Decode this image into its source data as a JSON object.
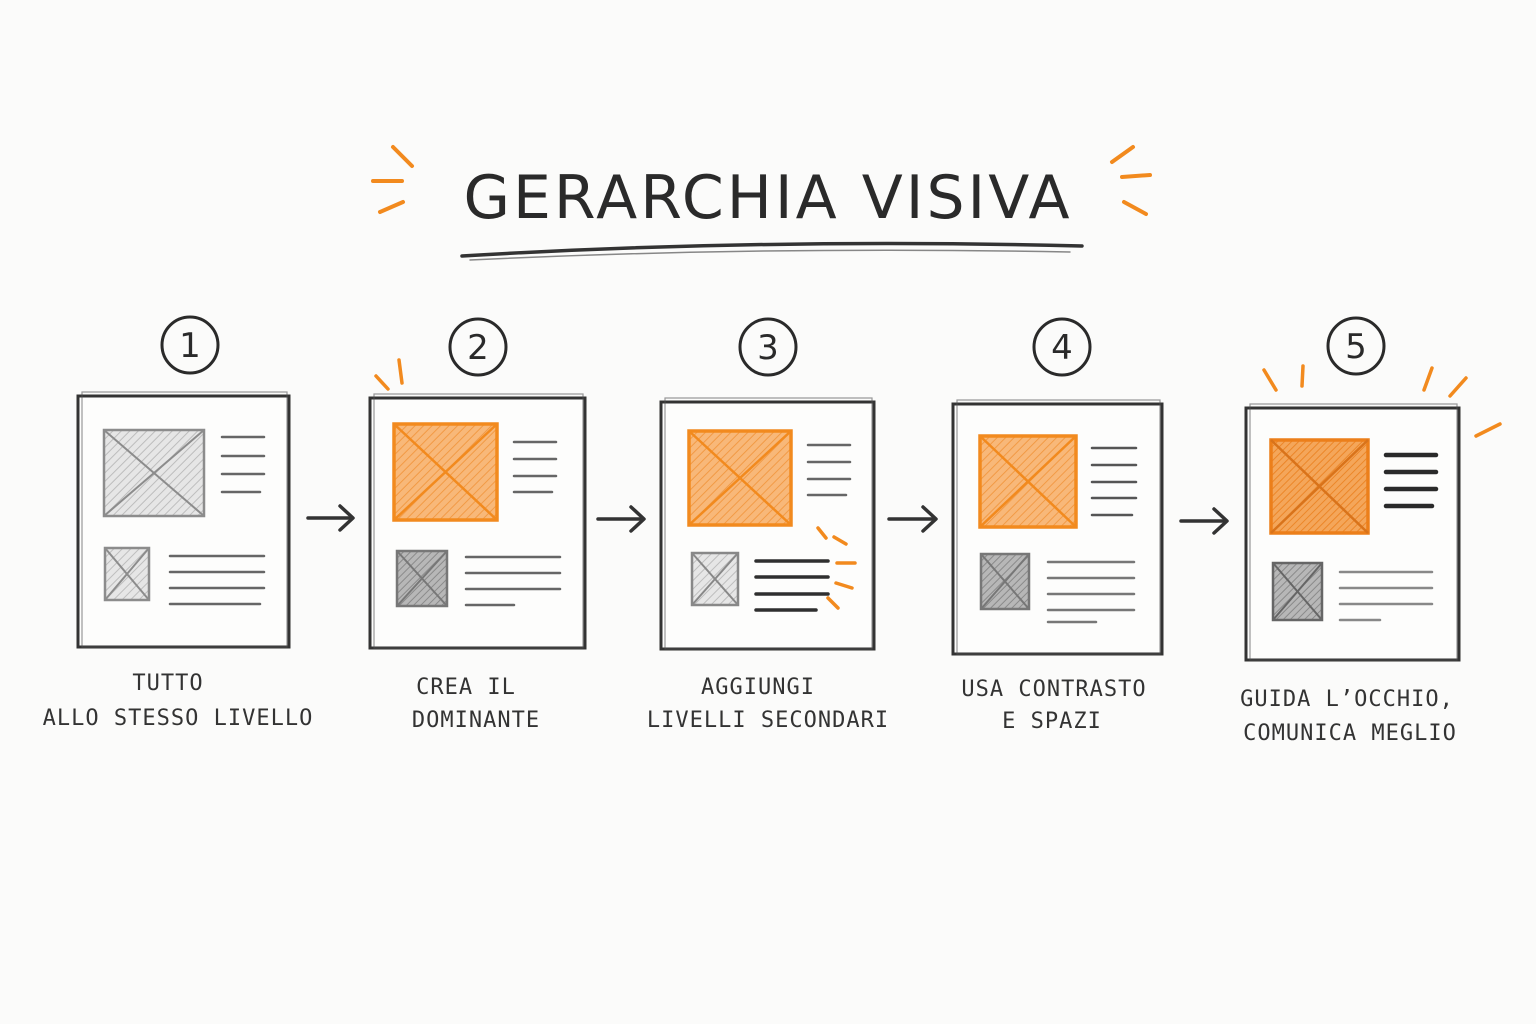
{
  "title": "GERARCHIA VISIVA",
  "colors": {
    "accent": "#f28a1e",
    "accent_fill": "#f6a85e",
    "ink": "#333333",
    "gray": "#9a9a9a",
    "dark_gray": "#6e6e6e"
  },
  "steps": [
    {
      "number": "1",
      "caption_lines": [
        "TUTTO",
        "ALLO STESSO LIVELLO"
      ]
    },
    {
      "number": "2",
      "caption_lines": [
        "CREA IL",
        "DOMINANTE"
      ]
    },
    {
      "number": "3",
      "caption_lines": [
        "AGGIUNGI",
        "LIVELLI SECONDARI"
      ]
    },
    {
      "number": "4",
      "caption_lines": [
        "USA CONTRASTO",
        "E SPAZI"
      ]
    },
    {
      "number": "5",
      "caption_lines": [
        "GUIDA L’OCCHIO,",
        "COMUNICA MEGLIO"
      ]
    }
  ],
  "arrow_icon": "arrow-right-icon"
}
